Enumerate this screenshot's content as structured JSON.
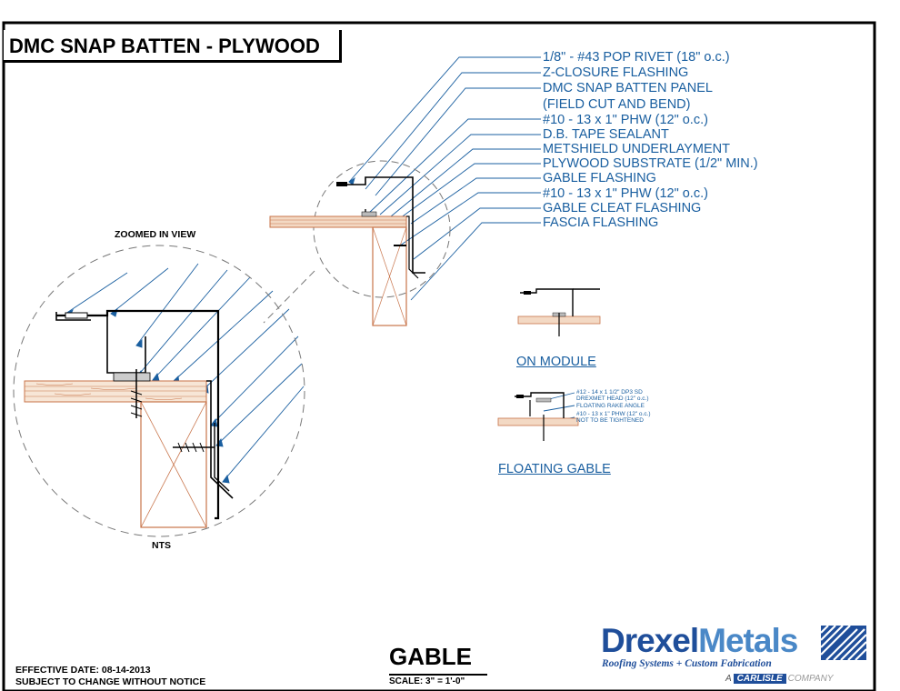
{
  "title": "DMC SNAP BATTEN - PLYWOOD",
  "callouts": [
    "1/8\" - #43 POP RIVET  (18\" o.c.)",
    "Z-CLOSURE FLASHING",
    "DMC SNAP BATTEN PANEL",
    "(FIELD CUT AND BEND)",
    "#10 - 13 x 1\" PHW  (12\" o.c.)",
    "D.B. TAPE SEALANT",
    "METSHIELD UNDERLAYMENT",
    "PLYWOOD SUBSTRATE (1/2\" MIN.)",
    "GABLE FLASHING",
    "#10 - 13 x 1\" PHW  (12\" o.c.)",
    "GABLE CLEAT FLASHING",
    "FASCIA FLASHING"
  ],
  "zoomed_label": "ZOOMED IN VIEW",
  "nts_label": "NTS",
  "on_module_label": "ON MODULE",
  "floating_gable_label": "FLOATING GABLE",
  "floating_notes": [
    "#12 - 14 x 1 1/2\" DP3 SD",
    "DREXMET HEAD (12\" o.c.)",
    "FLOATING RAKE ANGLE",
    "#10 - 13 x 1\" PHW (12\" o.c.)",
    "NOT TO BE TIGHTENED"
  ],
  "effective_date": "EFFECTIVE DATE: 08-14-2013",
  "change_notice": "SUBJECT TO CHANGE WITHOUT NOTICE",
  "drawing_name": "GABLE",
  "scale": "SCALE: 3\" = 1'-0\"",
  "logo": {
    "word_a": "Drexel",
    "word_b": "Metals",
    "tagline": "Roofing Systems + Custom Fabrication",
    "parent_prefix": "A",
    "parent_brand": "CARLISLE",
    "parent_suffix": "COMPANY"
  },
  "colors": {
    "callout_blue": "#1a5fa0",
    "wood": "#c8744a",
    "logo_dark": "#1f4e9a",
    "logo_light": "#4a88c7"
  }
}
